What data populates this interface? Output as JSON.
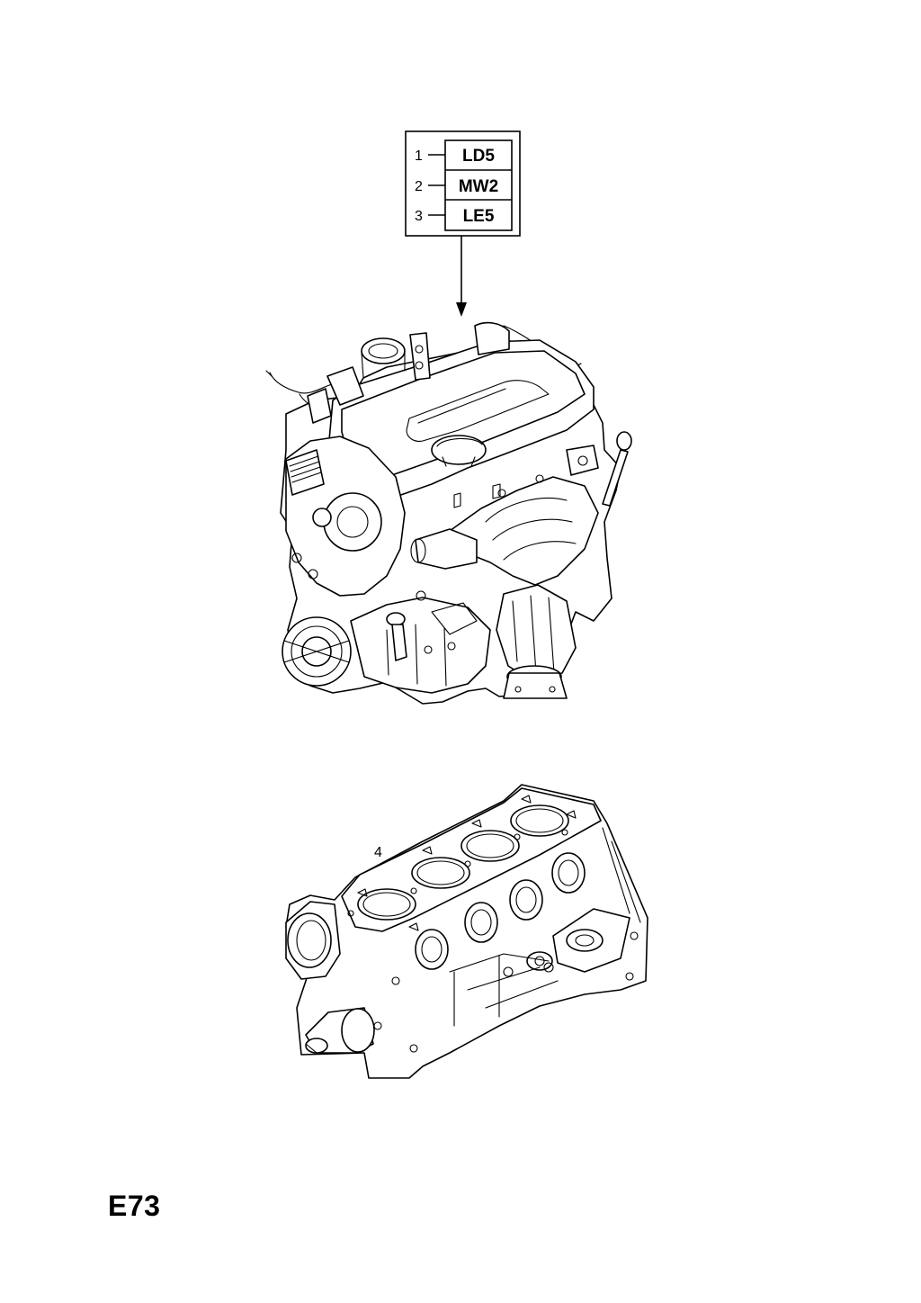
{
  "variant_table": {
    "rows": [
      {
        "number": "1",
        "code": "LD5"
      },
      {
        "number": "2",
        "code": "MW2"
      },
      {
        "number": "3",
        "code": "LE5"
      }
    ]
  },
  "callouts": {
    "short_block": "4"
  },
  "page_code": "E73",
  "colors": {
    "line": "#000000",
    "background": "#ffffff"
  }
}
